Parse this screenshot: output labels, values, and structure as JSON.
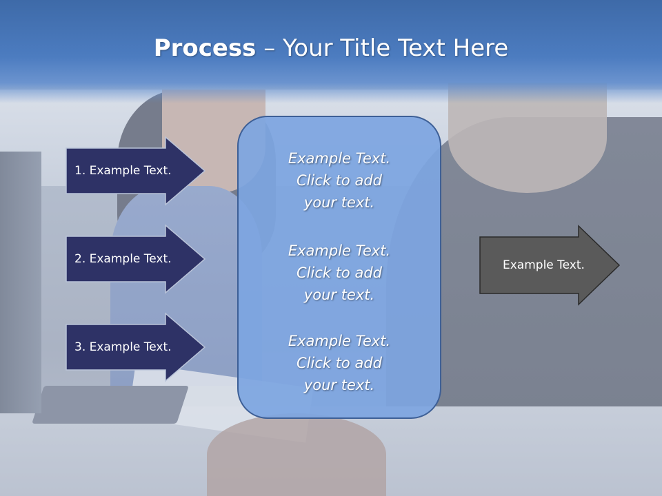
{
  "title": {
    "bold": "Process",
    "rest": " – Your Title Text Here"
  },
  "left_arrows": [
    {
      "label": "1. Example Text."
    },
    {
      "label": "2. Example Text."
    },
    {
      "label": "3. Example Text."
    }
  ],
  "center_items": [
    {
      "line1": "Example Text.",
      "line2": "Click  to add",
      "line3": "your text."
    },
    {
      "line1": "Example Text.",
      "line2": "Click  to add",
      "line3": "your text."
    },
    {
      "line1": "Example Text.",
      "line2": "Click  to add",
      "line3": "your text."
    }
  ],
  "right_arrow": {
    "label": "Example Text."
  },
  "colors": {
    "title_band": "#4c7cc0",
    "left_arrow_fill": "#2e3266",
    "center_box_fill": "#7da5e1",
    "right_arrow_fill": "#5a5a5a"
  }
}
